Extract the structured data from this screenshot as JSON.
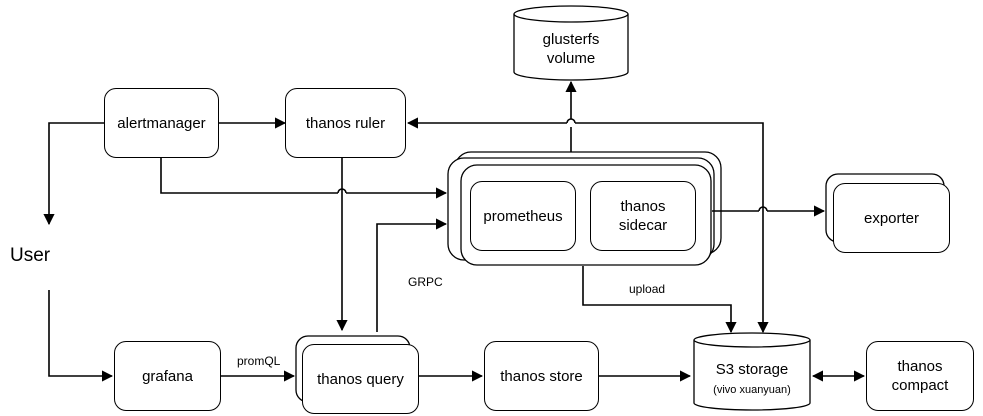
{
  "nodes": {
    "glusterfs": "glusterfs\nvolume",
    "alertmanager": "alertmanager",
    "thanos_ruler": "thanos ruler",
    "prometheus": "prometheus",
    "thanos_sidecar": "thanos\nsidecar",
    "exporter": "exporter",
    "user": "User",
    "grafana": "grafana",
    "thanos_query": "thanos query",
    "thanos_store": "thanos store",
    "s3_storage_line1": "S3 storage",
    "s3_storage_line2": "(vivo xuanyuan)",
    "thanos_compact": "thanos\ncompact"
  },
  "edge_labels": {
    "grpc": "GRPC",
    "upload": "upload",
    "promql": "promQL"
  }
}
